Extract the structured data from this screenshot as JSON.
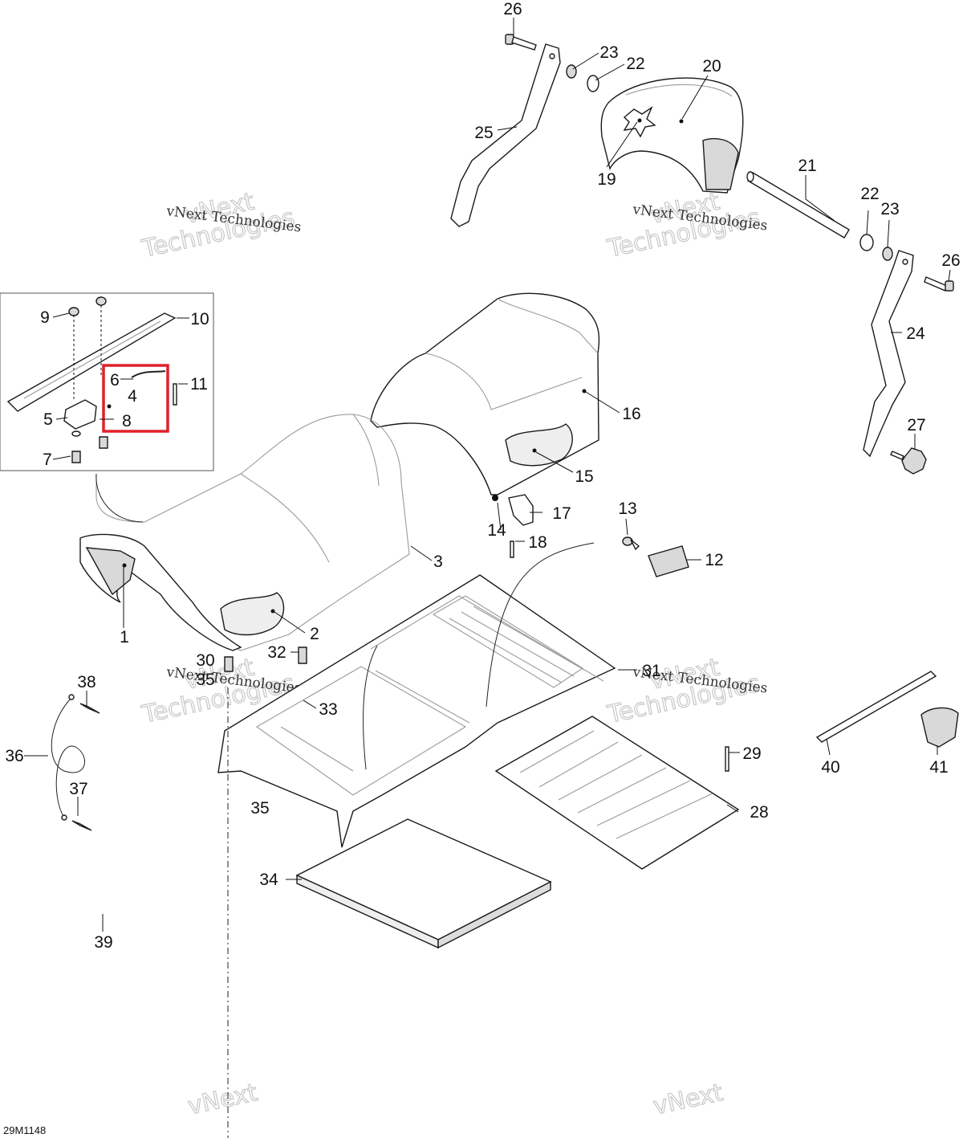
{
  "diagram_code": "29M1148",
  "watermark": {
    "line1": "vNext",
    "line2": "Technologies",
    "small": "vNext Technologies"
  },
  "highlight_color": "#e0202a",
  "callouts": [
    "1",
    "2",
    "3",
    "4",
    "5",
    "6",
    "7",
    "8",
    "9",
    "10",
    "11",
    "12",
    "13",
    "14",
    "15",
    "16",
    "17",
    "18",
    "19",
    "20",
    "21",
    "22",
    "22",
    "23",
    "23",
    "24",
    "25",
    "26",
    "26",
    "27",
    "28",
    "29",
    "30",
    "31",
    "32",
    "33",
    "34",
    "35",
    "35",
    "36",
    "37",
    "38",
    "39",
    "40",
    "41"
  ]
}
